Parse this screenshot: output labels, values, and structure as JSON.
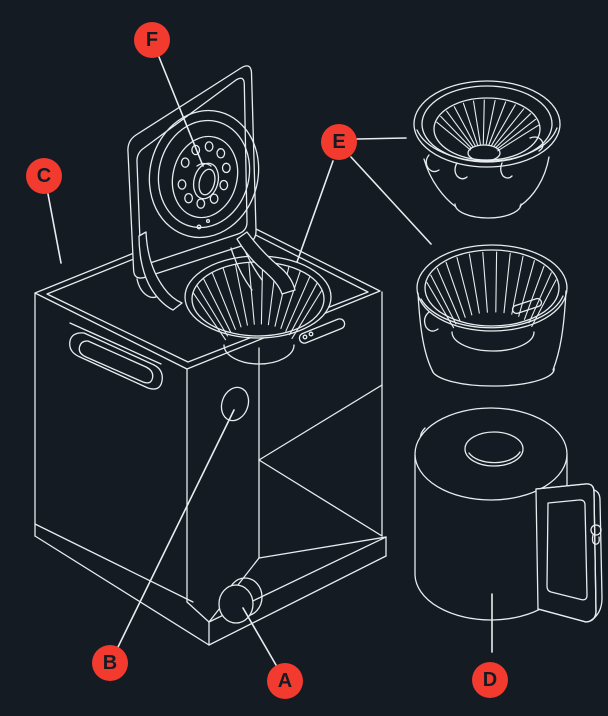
{
  "callouts": [
    {
      "letter": "A"
    },
    {
      "letter": "B"
    },
    {
      "letter": "C"
    },
    {
      "letter": "D"
    },
    {
      "letter": "E"
    },
    {
      "letter": "F"
    }
  ],
  "colors": {
    "background": "#141b23",
    "line": "#e8ecee",
    "badge": "#f23b2e",
    "badge_text": "#141b23"
  }
}
